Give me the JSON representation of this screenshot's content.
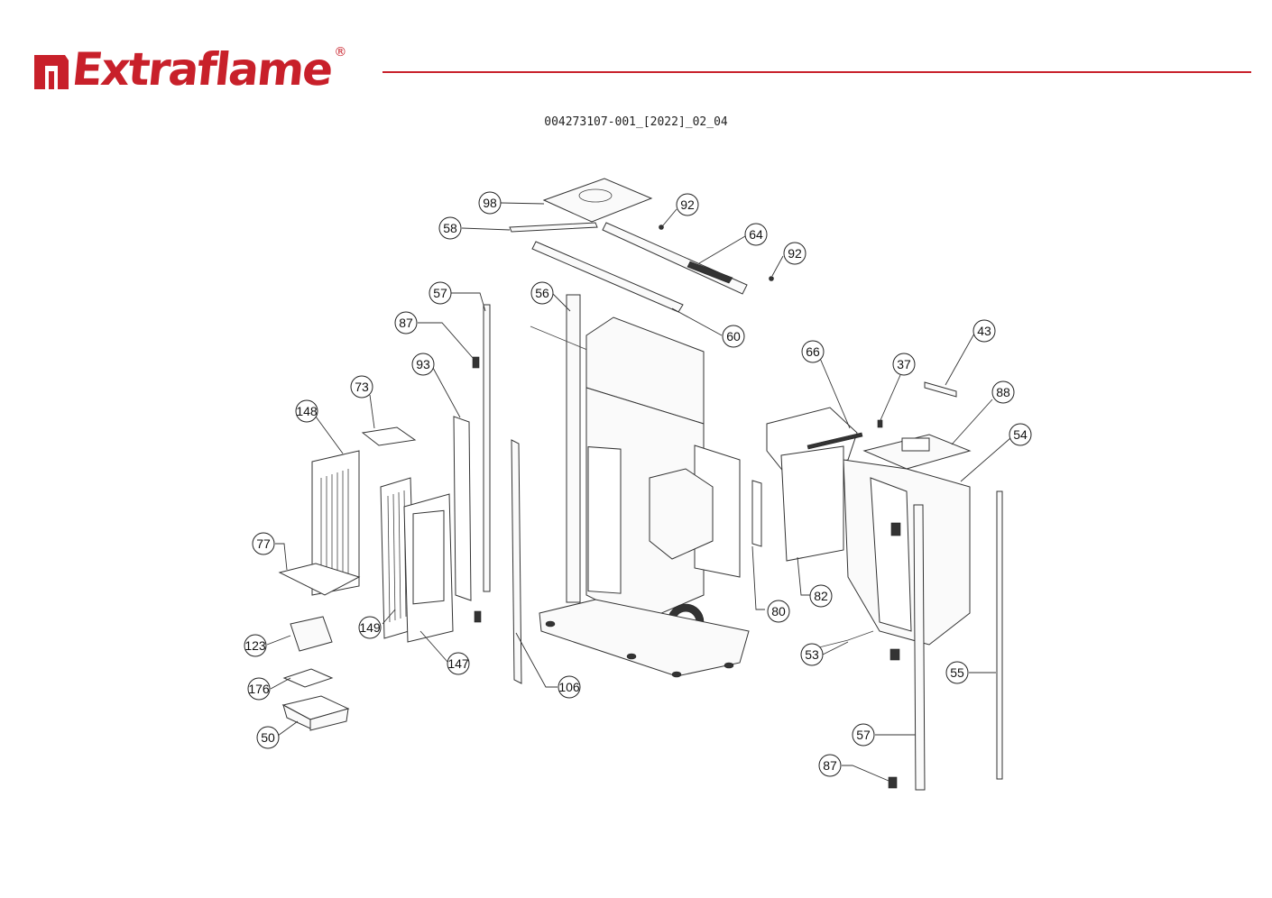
{
  "brand": {
    "name": "Extraflame",
    "registered_mark": "®",
    "accent_color": "#c8202a"
  },
  "document": {
    "code": "004273107-001_[2022]_02_04"
  },
  "diagram": {
    "title": "Exploded view",
    "callouts": {
      "c98": "98",
      "c92a": "92",
      "c58": "58",
      "c64": "64",
      "c92b": "92",
      "c57a": "57",
      "c56": "56",
      "c60": "60",
      "c87a": "87",
      "c93": "93",
      "c43": "43",
      "c66": "66",
      "c37": "37",
      "c88": "88",
      "c73": "73",
      "c148": "148",
      "c54": "54",
      "c77": "77",
      "c80": "80",
      "c82": "82",
      "c149": "149",
      "c123": "123",
      "c53": "53",
      "c147": "147",
      "c55": "55",
      "c176": "176",
      "c106": "106",
      "c50": "50",
      "c57b": "57",
      "c87b": "87"
    }
  }
}
